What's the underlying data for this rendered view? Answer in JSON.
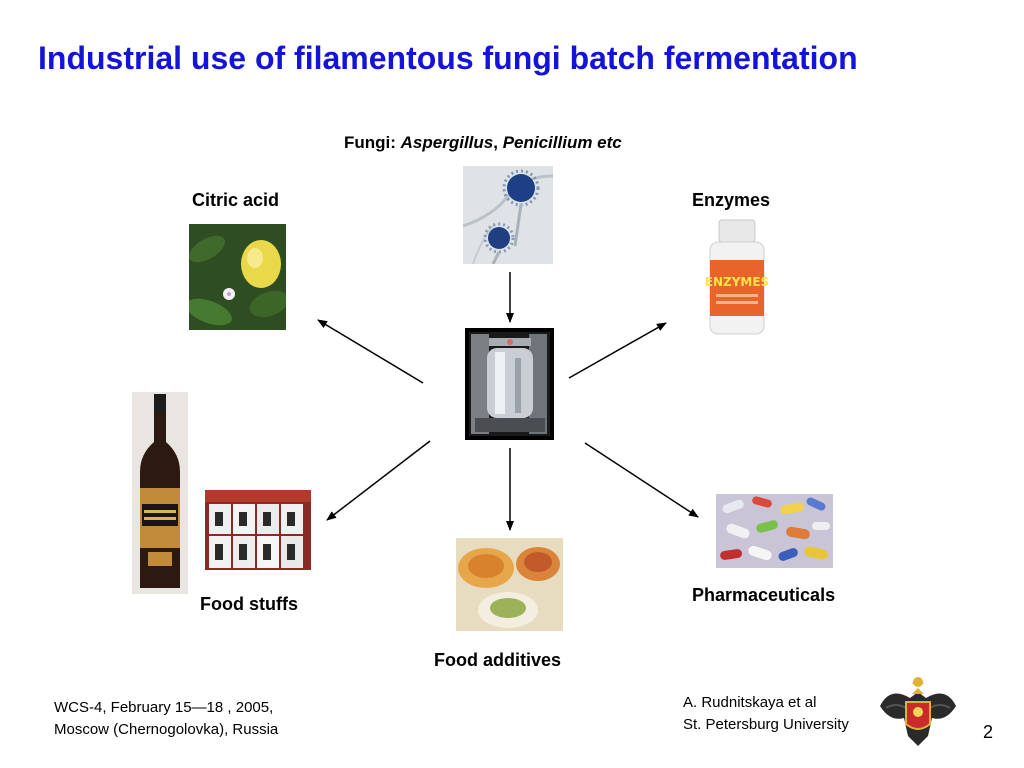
{
  "slide": {
    "title": "Industrial use of filamentous fungi batch fermentation",
    "page_number": "2"
  },
  "diagram": {
    "center_label_prefix": "Fungi: ",
    "genus_1": "Aspergillus",
    "separator": ", ",
    "genus_2": "Penicillium etc",
    "products": {
      "citric_acid": "Citric acid",
      "enzymes": "Enzymes",
      "food_stuffs": "Food stuffs",
      "food_additives": "Food additives",
      "pharmaceuticals": "Pharmaceuticals"
    },
    "enzyme_bottle_label": "ENZYMES"
  },
  "footer": {
    "conference_line1": "WCS-4, February 15—18 , 2005,",
    "conference_line2": "Moscow (Chernogolovka), Russia",
    "author_line1": "A. Rudnitskaya et al",
    "author_line2": "St. Petersburg University"
  },
  "colors": {
    "title": "#1414d6",
    "arrow": "#000000"
  }
}
